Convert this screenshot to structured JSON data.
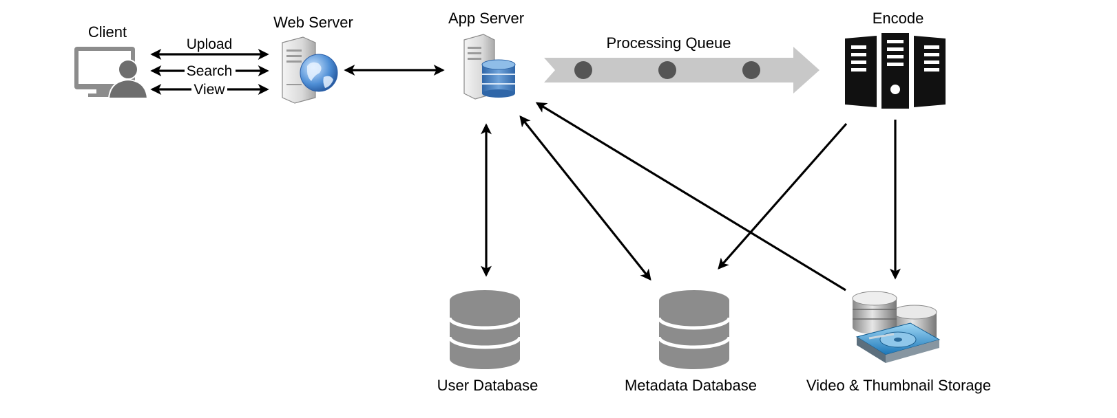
{
  "nodes": {
    "client": {
      "label": "Client",
      "icon": "user-monitor-icon"
    },
    "web_server": {
      "label": "Web Server",
      "icon": "server-globe-icon"
    },
    "app_server": {
      "label": "App Server",
      "icon": "server-database-icon"
    },
    "queue": {
      "label": "Processing Queue",
      "icon": "queue-arrow-icon"
    },
    "encode": {
      "label": "Encode",
      "icon": "server-rack-icon"
    },
    "user_db": {
      "label": "User Database",
      "icon": "database-icon"
    },
    "metadata_db": {
      "label": "Metadata Database",
      "icon": "database-icon"
    },
    "storage": {
      "label": "Video & Thumbnail Storage",
      "icon": "storage-disks-icon"
    }
  },
  "edge_labels": {
    "upload": "Upload",
    "search": "Search",
    "view": "View"
  },
  "colors": {
    "icon_gray": "#8c8c8c",
    "queue_fill": "#c8c8c8",
    "queue_dot": "#555555",
    "db_blue": "#4d82bf",
    "rack_black": "#111111"
  }
}
